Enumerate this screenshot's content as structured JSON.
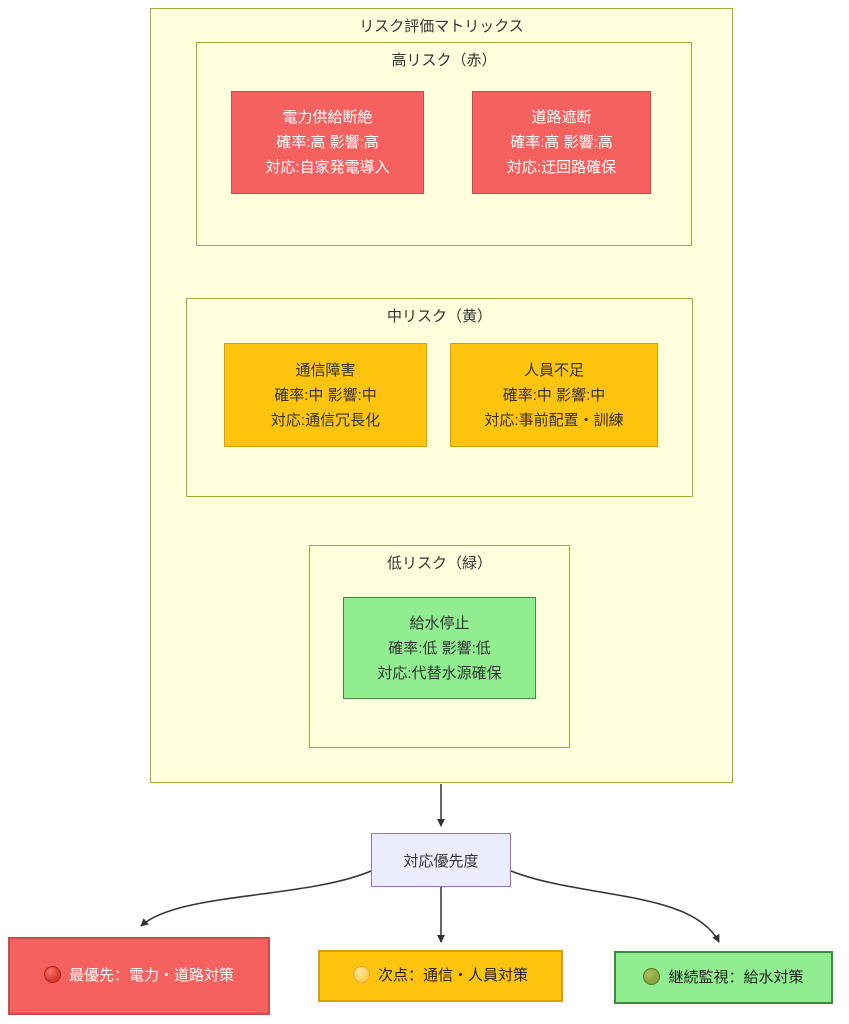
{
  "diagram": {
    "title": "リスク評価マトリックス",
    "groups": [
      {
        "id": "high",
        "title": "高リスク（赤）",
        "nodes": [
          {
            "name": "電力供給断絶",
            "metrics": "確率:高 影響:高",
            "action": "対応:自家発電導入"
          },
          {
            "name": "道路遮断",
            "metrics": "確率:高 影響:高",
            "action": "対応:迂回路確保"
          }
        ]
      },
      {
        "id": "mid",
        "title": "中リスク（黄）",
        "nodes": [
          {
            "name": "通信障害",
            "metrics": "確率:中 影響:中",
            "action": "対応:通信冗長化"
          },
          {
            "name": "人員不足",
            "metrics": "確率:中 影響:中",
            "action": "対応:事前配置・訓練"
          }
        ]
      },
      {
        "id": "low",
        "title": "低リスク（緑）",
        "nodes": [
          {
            "name": "給水停止",
            "metrics": "確率:低 影響:低",
            "action": "対応:代替水源確保"
          }
        ]
      }
    ],
    "priority": {
      "label": "対応優先度"
    },
    "outputs": [
      {
        "level": "highest",
        "icon": "red-circle-icon",
        "label": "最優先：電力・道路対策"
      },
      {
        "level": "second",
        "icon": "yellow-circle-icon",
        "label": "次点：通信・人員対策"
      },
      {
        "level": "monitor",
        "icon": "green-circle-icon",
        "label": "継続監視：給水対策"
      }
    ],
    "colors": {
      "container_fill": "#ffffde",
      "container_stroke": "#aaaa33",
      "high_fill": "#f4615f",
      "high_stroke": "#c94c4c",
      "high_text": "#ffffff",
      "mid_fill": "#ffc40d",
      "mid_stroke": "#d8a000",
      "low_fill": "#90ee90",
      "low_stroke": "#3d8b3d",
      "priority_fill": "#ececff",
      "priority_stroke": "#9370db",
      "edge": "#333333",
      "text": "#333333"
    }
  }
}
